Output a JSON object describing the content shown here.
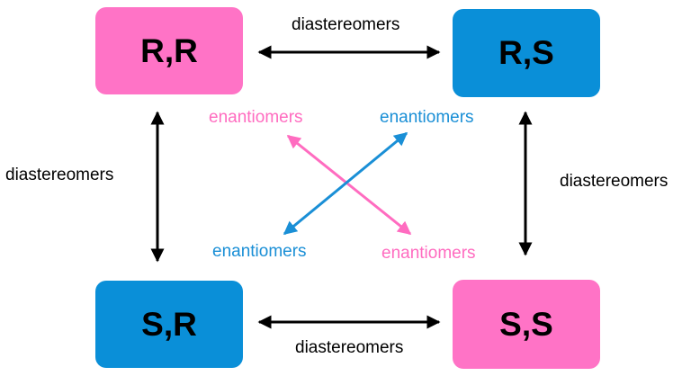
{
  "isomers": {
    "rr": "R,R",
    "rs": "R,S",
    "sr": "S,R",
    "ss": "S,S"
  },
  "relations": {
    "top": "diastereomers",
    "bottom": "diastereomers",
    "left": "diastereomers",
    "right": "diastereomers",
    "enant_top_left": "enantiomers",
    "enant_top_right": "enantiomers",
    "enant_bottom_left": "enantiomers",
    "enant_bottom_right": "enantiomers"
  },
  "colors": {
    "pink": "#ff73c6",
    "blue": "#0a8fd8",
    "pink_text": "#ff6cc0",
    "blue_text": "#1a8fd6",
    "arrow_black": "#000000"
  }
}
